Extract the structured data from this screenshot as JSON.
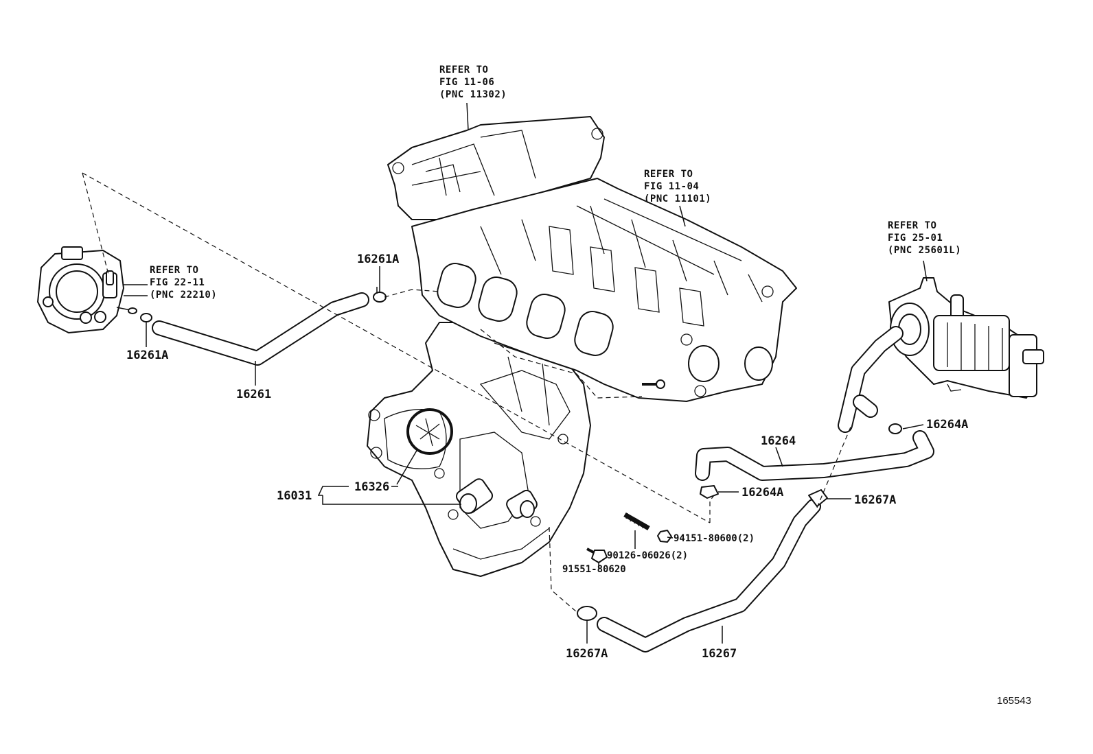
{
  "refer_notes": [
    {
      "id": "fig-11-06",
      "lines": [
        "REFER TO",
        "FIG 11-06",
        "(PNC 11302)"
      ]
    },
    {
      "id": "fig-11-04",
      "lines": [
        "REFER TO",
        "FIG 11-04",
        "(PNC 11101)"
      ]
    },
    {
      "id": "fig-22-11",
      "lines": [
        "REFER TO",
        "FIG 22-11",
        "(PNC 22210)"
      ]
    },
    {
      "id": "fig-25-01",
      "lines": [
        "REFER TO",
        "FIG 25-01",
        "(PNC 25601L)"
      ]
    }
  ],
  "part_labels": {
    "hose_16261": "16261",
    "clamp_16261a_left": "16261A",
    "clamp_16261a_top": "16261A",
    "hose_16264": "16264",
    "clamp_16264a_upper": "16264A",
    "clamp_16264a_lower": "16264A",
    "clamp_16267a_right": "16267A",
    "clamp_16267a_bottom": "16267A",
    "hose_16267": "16267",
    "pump_assy_16031": "16031",
    "gasket_16326": "16326",
    "nut_94151": "94151-80600(2)",
    "stud_90126": "90126-06026(2)",
    "bolt_91551": "91551-80620"
  },
  "figure_number": "165543"
}
